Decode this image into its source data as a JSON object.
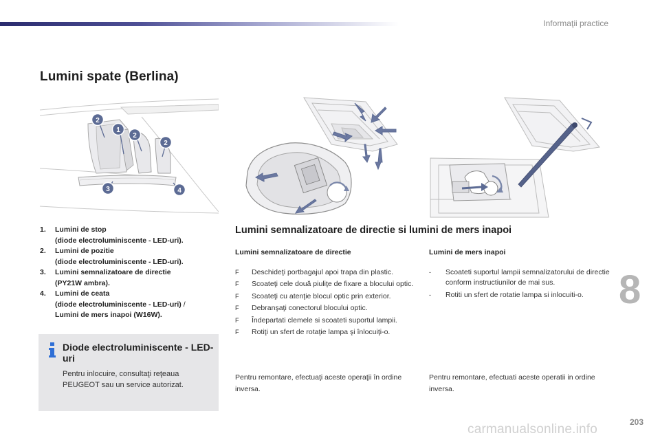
{
  "header": {
    "section": "Informaţii practice"
  },
  "page_title": "Lumini spate (Berlina)",
  "figure_callouts": [
    "1",
    "2",
    "2",
    "2",
    "3",
    "4"
  ],
  "legend": [
    {
      "num": "1.",
      "lines": [
        "Lumini de stop",
        "(diode electroluminiscente - LED-uri)."
      ]
    },
    {
      "num": "2.",
      "lines": [
        "Lumini de pozitie",
        "(diode electroluminiscente - LED-uri)."
      ]
    },
    {
      "num": "3.",
      "lines": [
        "Lumini semnalizatoare de directie",
        "(PY21W ambra)."
      ]
    },
    {
      "num": "4.",
      "line1": "Lumini de ceata",
      "line2": "(diode electroluminiscente - LED-uri)",
      "sep": " /",
      "line3": "Lumini de mers inapoi (W16W)."
    }
  ],
  "info_box": {
    "title": "Diode electroluminiscente - LED-uri",
    "body": "Pentru inlocuire, consultaţi reţeaua PEUGEOT sau un service autorizat."
  },
  "main_heading": "Lumini semnalizatoare de directie si lumini de mers inapoi",
  "left_column": {
    "title": "Lumini semnalizatoare de directie",
    "steps": [
      "Deschideţi portbagajul apoi trapa din plastic.",
      "Scoateţi cele două piuliţe de fixare a blocului optic.",
      "Scoateţi cu atenţie blocul optic prin exterior.",
      "Debranşaţi conectorul blocului optic.",
      "Îndepartati clemele si scoateti suportul lampii.",
      "Rotiţi un sfert de rotaţie lampa şi înlocuiţi-o."
    ],
    "footer": "Pentru remontare, efectuaţi aceste operaţii în ordine inversa."
  },
  "right_column": {
    "title": "Lumini de mers inapoi",
    "steps": [
      "Scoateti suportul lampii semnalizatorului de directie conform instructiunilor de mai sus.",
      "Rotiti un sfert de rotatie lampa si inlocuiti-o."
    ],
    "footer": "Pentru remontare, efectuati aceste operatii in ordine inversa."
  },
  "step_marker_left": "F",
  "step_marker_right": "-",
  "chapter_number": "8",
  "page_number": "203",
  "watermark": "carmanualsonline.info",
  "colors": {
    "accent": "#2a2b6e",
    "info": "#2f6fd6",
    "callout": "#5c6b94",
    "chapter": "#b6b6b6"
  }
}
